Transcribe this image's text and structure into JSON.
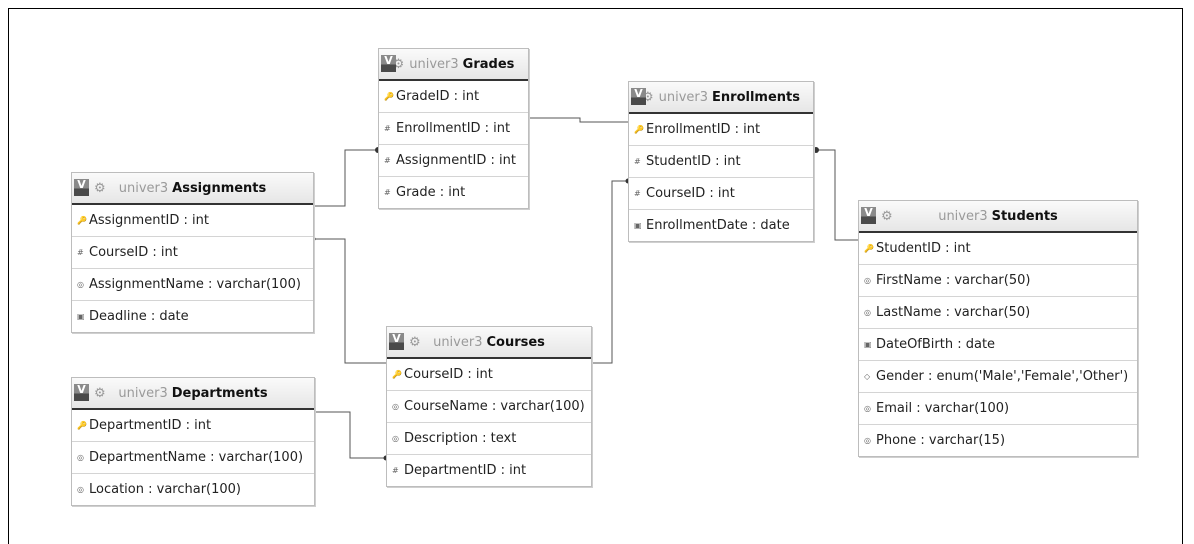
{
  "tables": {
    "grades": {
      "schema": "univer3",
      "name": "Grades",
      "columns": [
        "GradeID : int",
        "EnrollmentID : int",
        "AssignmentID : int",
        "Grade : int"
      ]
    },
    "enrollments": {
      "schema": "univer3",
      "name": "Enrollments",
      "columns": [
        "EnrollmentID : int",
        "StudentID : int",
        "CourseID : int",
        "EnrollmentDate : date"
      ]
    },
    "assignments": {
      "schema": "univer3",
      "name": "Assignments",
      "columns": [
        "AssignmentID : int",
        "CourseID : int",
        "AssignmentName : varchar(100)",
        "Deadline : date"
      ]
    },
    "students": {
      "schema": "univer3",
      "name": "Students",
      "columns": [
        "StudentID : int",
        "FirstName : varchar(50)",
        "LastName : varchar(50)",
        "DateOfBirth : date",
        "Gender : enum('Male','Female','Other')",
        "Email : varchar(100)",
        "Phone : varchar(15)"
      ]
    },
    "courses": {
      "schema": "univer3",
      "name": "Courses",
      "columns": [
        "CourseID : int",
        "CourseName : varchar(100)",
        "Description : text",
        "DepartmentID : int"
      ]
    },
    "departments": {
      "schema": "univer3",
      "name": "Departments",
      "columns": [
        "DepartmentID : int",
        "DepartmentName : varchar(100)",
        "Location : varchar(100)"
      ]
    }
  },
  "badge_letter": "V",
  "icons": {
    "primary_key": "key-icon",
    "foreign_key": "hash-icon",
    "text": "text-icon",
    "date": "date-icon",
    "enum": "enum-icon",
    "gear": "gear-icon"
  }
}
